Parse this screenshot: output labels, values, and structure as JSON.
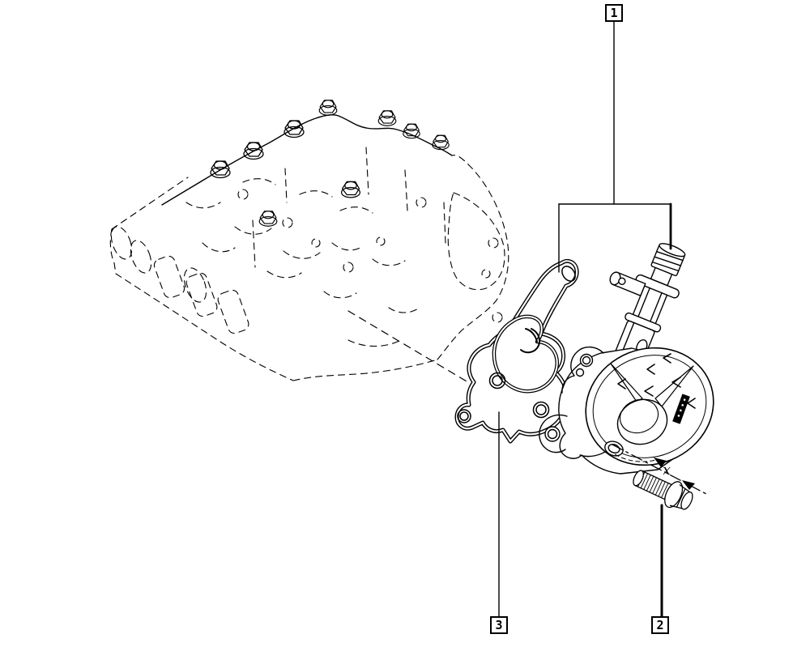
{
  "meta": {
    "background": "#ffffff",
    "line_color": "#000000",
    "figure_type": "exploded-parts-line-diagram"
  },
  "callouts": {
    "box1": {
      "label": "1"
    },
    "box2": {
      "label": "2"
    },
    "box3": {
      "label": "3"
    }
  },
  "annotations": {
    "dimension_label": "x"
  },
  "parts": [
    {
      "callout": "1",
      "drawing": "vacuum-pump"
    },
    {
      "callout": "2",
      "drawing": "mounting-bolt"
    },
    {
      "callout": "3",
      "drawing": "gasket"
    }
  ]
}
